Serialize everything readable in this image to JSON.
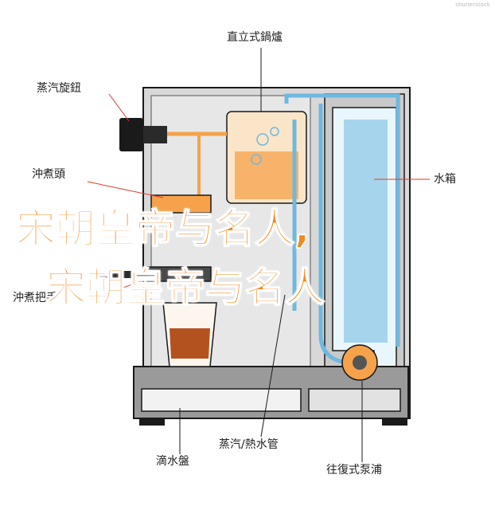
{
  "labels": {
    "boiler": "直立式鍋爐",
    "steam_knob": "蒸汽旋鈕",
    "brew_head": "沖煮頭",
    "portafilter": "沖煮把手",
    "water_tank": "水箱",
    "steam_pipe": "蒸汽/熱水管",
    "drip_tray": "滴水盤",
    "pump": "往復式泵浦"
  },
  "overlay": {
    "line1": "宋朝皇帝与名人,",
    "line2": "宋朝皇帝与名人"
  },
  "watermark": "shutterstock",
  "colors": {
    "overlay_text": "#f08a1e",
    "outline": "#1a1a1a",
    "water": "#6fb8e0",
    "orange": "#f5a24b",
    "machine_gray": "#a9a9a9",
    "panel_gray": "#e3e3e3"
  }
}
